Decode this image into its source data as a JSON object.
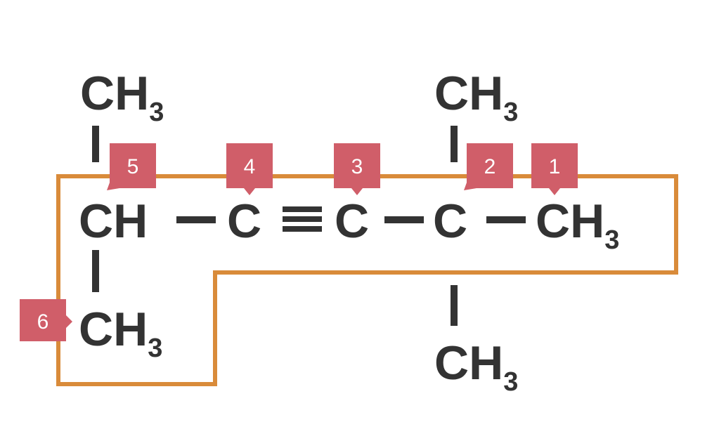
{
  "colors": {
    "text": "#333333",
    "outline": "#d98b3a",
    "badge": "#d05e69",
    "badge_text": "#ffffff",
    "background": "#ffffff"
  },
  "molecule": {
    "top_left_group": {
      "main": "CH",
      "sub": "3"
    },
    "top_right_group": {
      "main": "CH",
      "sub": "3"
    },
    "bottom_left_group": {
      "main": "CH",
      "sub": "3"
    },
    "bottom_right_group": {
      "main": "CH",
      "sub": "3"
    },
    "chain": [
      {
        "main": "CH",
        "sub": ""
      },
      {
        "main": "C",
        "sub": ""
      },
      {
        "main": "C",
        "sub": ""
      },
      {
        "main": "C",
        "sub": ""
      },
      {
        "main": "CH",
        "sub": "3"
      }
    ],
    "bonds": [
      "single",
      "triple",
      "single",
      "single"
    ]
  },
  "badges": [
    {
      "label": "5",
      "pointer": "bottom-left"
    },
    {
      "label": "4",
      "pointer": "bottom-center"
    },
    {
      "label": "3",
      "pointer": "bottom-center"
    },
    {
      "label": "2",
      "pointer": "bottom-left"
    },
    {
      "label": "1",
      "pointer": "bottom-center"
    },
    {
      "label": "6",
      "pointer": "right"
    }
  ]
}
